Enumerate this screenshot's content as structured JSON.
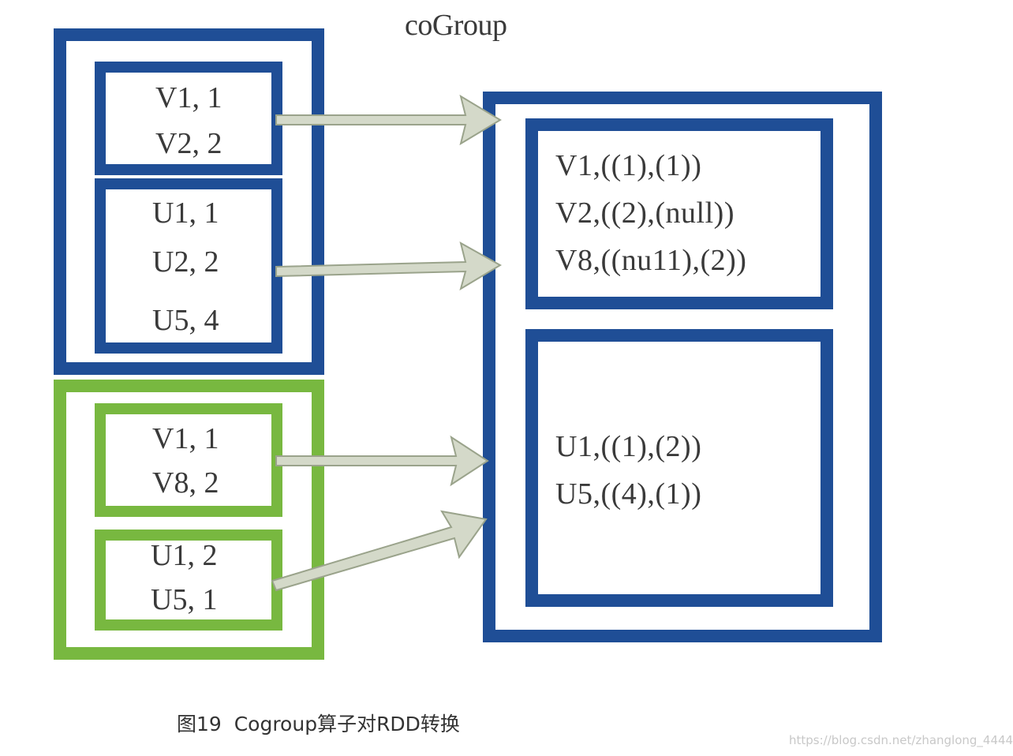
{
  "diagram": {
    "title": "coGroup",
    "colors": {
      "rdd1": "#1f4e96",
      "rdd2": "#78b840",
      "result": "#1f4e96",
      "arrow_fill": "#d4d9c9",
      "arrow_stroke": "#9aa38b"
    },
    "rdd1": {
      "partition_v": {
        "line1": "V1, 1",
        "line2": "V2, 2"
      },
      "partition_u": {
        "line1": "U1, 1",
        "line2": "U2, 2",
        "line3": "U5, 4"
      }
    },
    "rdd2": {
      "partition_v": {
        "line1": "V1, 1",
        "line2": "V8, 2"
      },
      "partition_u": {
        "line1": "U1, 2",
        "line2": "U5, 1"
      }
    },
    "result": {
      "partition_v": {
        "line1": "V1,((1),(1))",
        "line2": "V2,((2),(null))",
        "line3": "V8,((nu11),(2))"
      },
      "partition_u": {
        "line1": "U1,((1),(2))",
        "line2": "U5,((4),(1))"
      }
    }
  },
  "caption": "图19  Cogroup算子对RDD转换",
  "watermark": "https://blog.csdn.net/zhanglong_4444"
}
